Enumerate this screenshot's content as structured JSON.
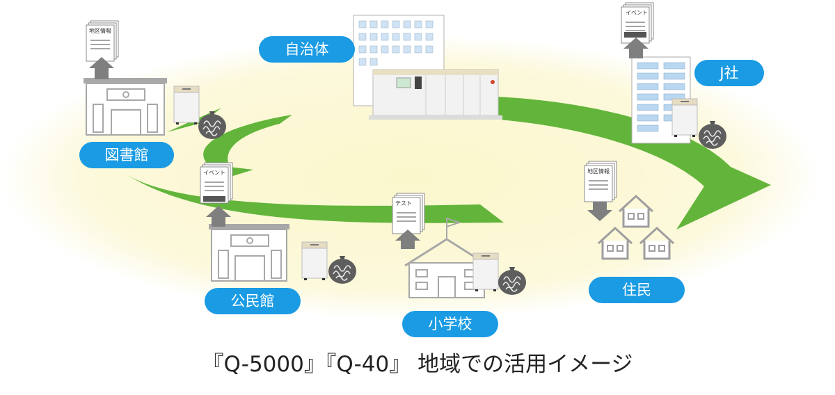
{
  "nodes": {
    "municipality": "自治体",
    "company": "J社",
    "library": "図書館",
    "community_hall": "公民館",
    "elementary_school": "小学校",
    "residents": "住民"
  },
  "documents": {
    "regional_info": "地区情報",
    "event": "イベント",
    "test": "テスト"
  },
  "caption": "『Q-5000』『Q-40』 地域での活用イメージ",
  "colors": {
    "ellipse": "#fbf8d9",
    "arrow_green": "#62b53a",
    "label_blue": "#1a9be3",
    "flow_arrow_gray": "#7f7f7f"
  }
}
